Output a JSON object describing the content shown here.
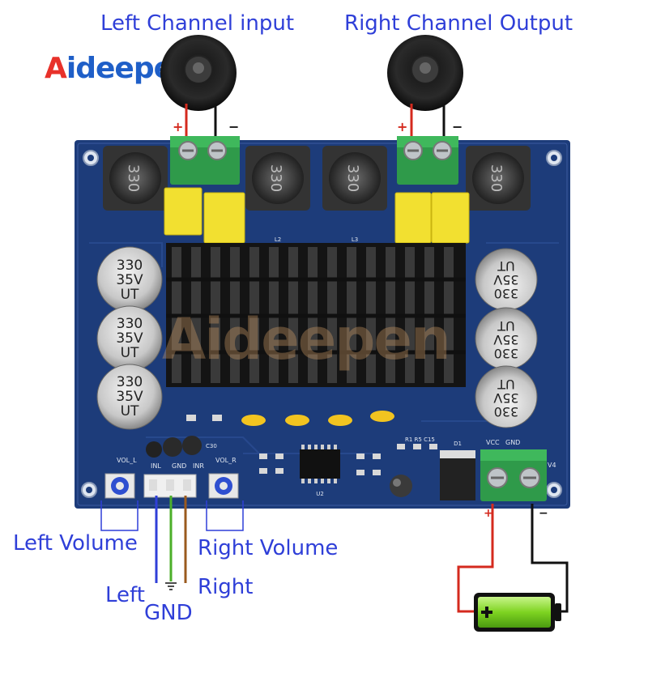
{
  "brand": {
    "logo_first": "A",
    "logo_rest": "ideepen",
    "watermark": "Aideepen"
  },
  "labels": {
    "left_channel_input": "Left Channel input",
    "right_channel_output": "Right Channel Output",
    "left_volume": "Left Volume",
    "right_volume": "Right Volume",
    "left": "Left",
    "gnd": "GND",
    "right": "Right"
  },
  "polarity": {
    "plus": "+",
    "minus": "−"
  },
  "board": {
    "inductor_label": "330",
    "cap_lines": [
      "330",
      "35V",
      "UT"
    ],
    "inductor_refs": [
      "L2",
      "L3"
    ],
    "silk_vol_l": "VOL_L",
    "silk_vol_r": "VOL_R",
    "silk_inl": "INL",
    "silk_gnd": "GND",
    "silk_inr": "INR",
    "silk_c30": "C30",
    "silk_vcc": "VCC",
    "silk_gnd2": "GND",
    "silk_v4": "V4",
    "silk_u2": "U2",
    "silk_d1": "D1",
    "silk_r": "R1  R5 C15"
  },
  "colors": {
    "board": "#1d3c7a",
    "terminal": "#2f9a4a",
    "film_cap": "#f2e030",
    "heatsink": "#1a1a1a",
    "label_blue": "#2f3fd8",
    "wire_red": "#d42a1e",
    "wire_black": "#111111",
    "wire_green": "#4caf2a",
    "wire_brown": "#9a5a1e",
    "battery_green": "#7ed321"
  }
}
